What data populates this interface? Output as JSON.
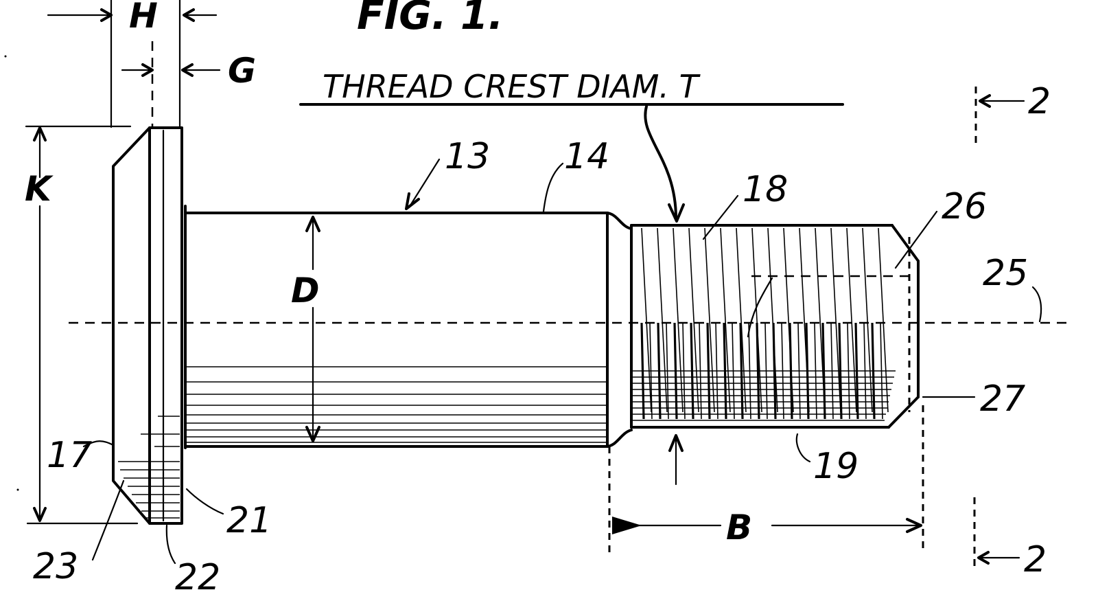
{
  "figure": {
    "title": "FIG. 1.",
    "thread_note": "THREAD CREST DIAM. T"
  },
  "dimension_labels": {
    "H": "H",
    "G": "G",
    "K": "K",
    "D": "D",
    "B": "B"
  },
  "reference_numerals": {
    "n13": "13",
    "n14": "14",
    "n17": "17",
    "n18": "18",
    "n19": "19",
    "n21": "21",
    "n22": "22",
    "n23": "23",
    "n25": "25",
    "n26": "26",
    "n27": "27"
  },
  "section_marks": {
    "top": "2",
    "bottom": "2"
  }
}
